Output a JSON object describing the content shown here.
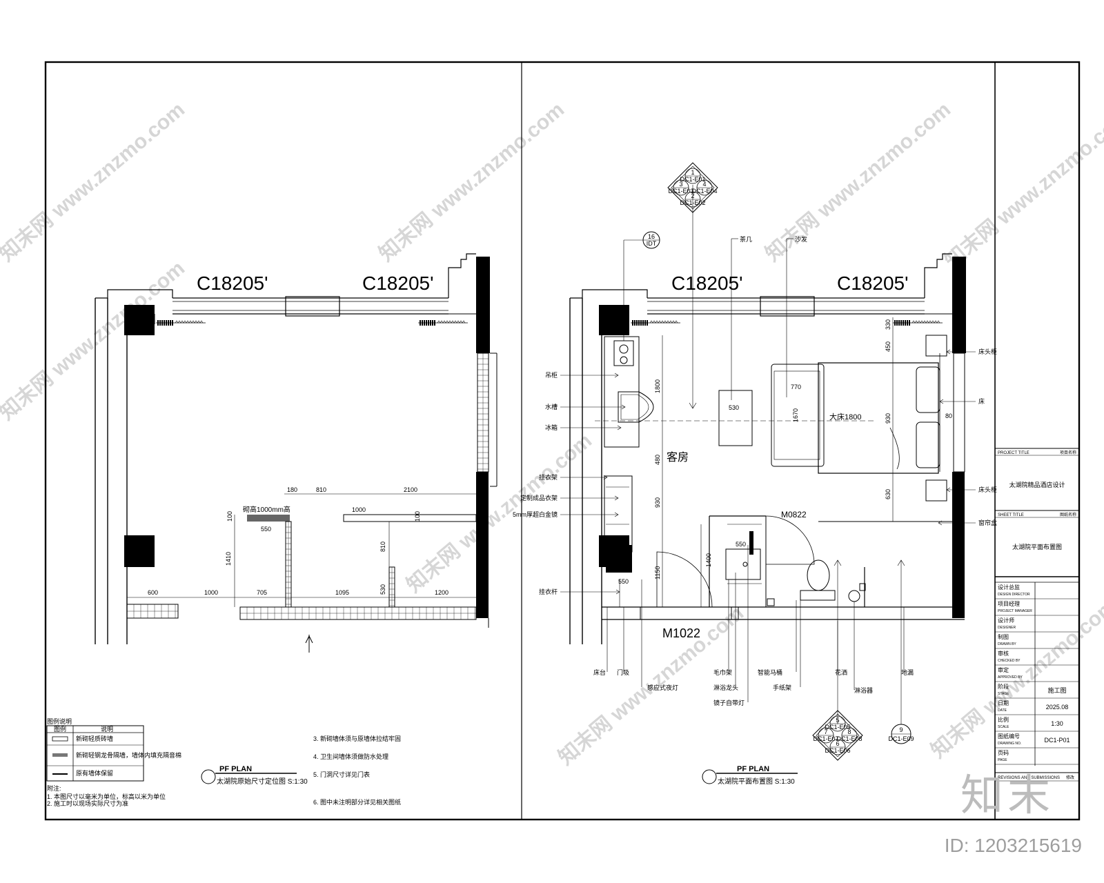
{
  "watermark": {
    "url": "www.znzmo.com",
    "logo_text": "知末网"
  },
  "brand": {
    "logo": "知末",
    "id_label": "ID: 1203215619"
  },
  "left_plan": {
    "window_labels": [
      "C18205'",
      "C18205'"
    ],
    "dims": [
      "180",
      "810",
      "2100",
      "1000",
      "600",
      "1000",
      "705",
      "1095",
      "1200",
      "1410",
      "810",
      "530",
      "550",
      "100",
      "100"
    ],
    "note_label": "砌高1000mm高",
    "title_en": "PF PLAN",
    "title_cn": "太湖院原始尺寸定位图  S:1:30",
    "legend": {
      "header": "图例说明",
      "col_symbol": "图例",
      "col_desc": "说明",
      "rows": [
        "新砌轻质砖墙",
        "新砌轻钢龙骨隔墙，墙体内填充隔音棉",
        "原有墙体保留"
      ]
    },
    "notes_header": "附注:",
    "notes": [
      "1. 本图尺寸以毫米为单位，标高以米为单位",
      "2. 施工时以现场实际尺寸为准",
      "3. 新砌墙体须与原墙体拉结牢固",
      "4. 卫生间墙体须做防水处理",
      "5. 门洞尺寸详见门表",
      "6. 图中未注明部分详见相关图纸"
    ]
  },
  "right_plan": {
    "window_labels": [
      "C18205'",
      "C18205'"
    ],
    "room_name": "客房",
    "bed_label": "大床1800",
    "door_labels": [
      "M0822",
      "M1022"
    ],
    "dims": [
      "1800",
      "480",
      "930",
      "1150",
      "550",
      "1400",
      "770",
      "1670",
      "530",
      "930",
      "450",
      "630",
      "330",
      "550",
      "80"
    ],
    "left_callouts": [
      "吊柜",
      "水槽",
      "冰箱",
      "挂衣架",
      "定制成品衣架",
      "5mm厚超白金镜",
      "挂衣杆"
    ],
    "top_callouts": [
      "茶几",
      "沙发"
    ],
    "right_callouts": [
      "床头柜",
      "床",
      "床头柜",
      "窗帘盒"
    ],
    "bottom_callouts": [
      "床台",
      "门吸",
      "感应式夜灯",
      "毛巾架",
      "智能马桶",
      "淋浴龙头",
      "手纸架",
      "淋浴器",
      "花洒",
      "地漏",
      "镜子自带灯"
    ],
    "title_en": "PF PLAN",
    "title_cn": "太湖院平面布置图  S:1:30",
    "index_symbols": [
      {
        "n": [
          "1",
          "2",
          "3",
          "4"
        ],
        "codes": [
          "DC1-E01",
          "DC1-E02",
          "DC1-E03",
          "DC1-E04"
        ]
      },
      {
        "n": [
          "5",
          "6",
          "7",
          "8"
        ],
        "codes": [
          "DC1-E05",
          "DC1-E06",
          "DC1-E07",
          "DC1-E08"
        ]
      }
    ],
    "ref_16": {
      "n": "16",
      "code": "IDT"
    },
    "ref_9": {
      "n": "9",
      "code": "DC1-E09"
    }
  },
  "title_block": {
    "project_title_label": "PROJECT TITLE",
    "project_title_cn": "项目名称",
    "project_name": "太湖院精品酒店设计",
    "sheet_title_label": "SHEET TITLE",
    "sheet_title_cn": "图纸名称",
    "sheet_name": "太湖院平面布置图",
    "rows": [
      {
        "cn": "设计总监",
        "en": "DESIGN DIRECTOR",
        "value": ""
      },
      {
        "cn": "项目经理",
        "en": "PROJECT MANAGER",
        "value": ""
      },
      {
        "cn": "设计师",
        "en": "DESIGNER",
        "value": ""
      },
      {
        "cn": "制图",
        "en": "DRAWN BY",
        "value": ""
      },
      {
        "cn": "审核",
        "en": "CHECKED BY",
        "value": ""
      },
      {
        "cn": "审定",
        "en": "APPROVED BY",
        "value": ""
      },
      {
        "cn": "阶段",
        "en": "STAGE",
        "value": "施工图"
      },
      {
        "cn": "日期",
        "en": "DATE",
        "value": "2025.08"
      },
      {
        "cn": "比例",
        "en": "SCALE",
        "value": "1:30"
      },
      {
        "cn": "图纸编号",
        "en": "DRAWING NO.",
        "value": "DC1-P01"
      },
      {
        "cn": "页码",
        "en": "PAGE",
        "value": ""
      }
    ],
    "revisions_label": "REVISIONS AND SUBMISSIONS",
    "revisions_cn": "修改"
  }
}
